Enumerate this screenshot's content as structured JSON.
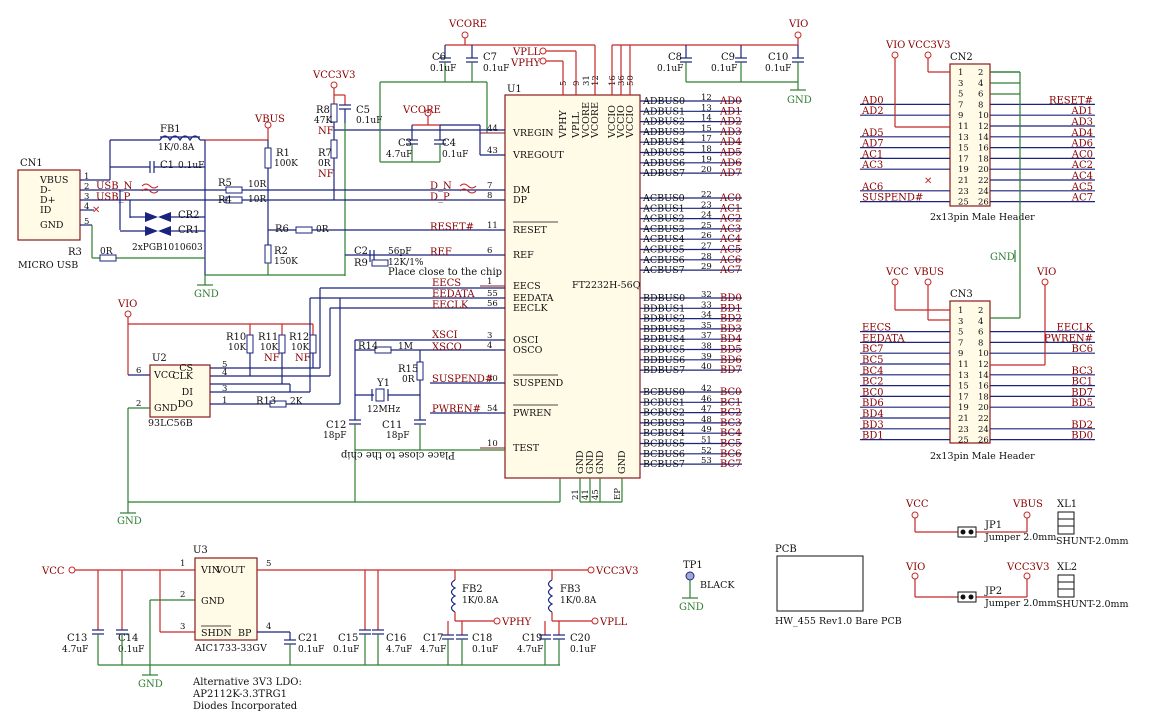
{
  "u1": {
    "ref": "U1",
    "part": "FT2232H-56Q",
    "left_pins": [
      {
        "num": "44",
        "name": "VREGIN"
      },
      {
        "num": "43",
        "name": "VREGOUT"
      },
      {
        "num": "7",
        "name": "DM"
      },
      {
        "num": "8",
        "name": "DP"
      },
      {
        "num": "11",
        "name": "RESET"
      },
      {
        "num": "6",
        "name": "REF"
      },
      {
        "num": "1",
        "name": "EECS"
      },
      {
        "num": "55",
        "name": "EEDATA"
      },
      {
        "num": "56",
        "name": "EECLK"
      },
      {
        "num": "3",
        "name": "OSCI"
      },
      {
        "num": "4",
        "name": "OSCO"
      },
      {
        "num": "30",
        "name": "SUSPEND"
      },
      {
        "num": "54",
        "name": "PWREN"
      },
      {
        "num": "10",
        "name": "TEST"
      }
    ],
    "top_pins": [
      {
        "num": "5",
        "name": "VPHY"
      },
      {
        "num": "9",
        "name": "VPLL"
      },
      {
        "num": "31",
        "name": "VCORE"
      },
      {
        "num": "12",
        "name": "VCORE"
      },
      {
        "num": "16",
        "name": "VCCIO"
      },
      {
        "num": "36",
        "name": "VCCIO"
      },
      {
        "num": "50",
        "name": "VCCIO"
      }
    ],
    "bottom_pins": [
      {
        "num": "21",
        "name": "GND"
      },
      {
        "num": "41",
        "name": "GND"
      },
      {
        "num": "45",
        "name": "GND"
      },
      {
        "num": "EP",
        "name": "GND"
      }
    ],
    "adbus": [
      {
        "num": "12",
        "name": "ADBUS0",
        "net": "AD0"
      },
      {
        "num": "13",
        "name": "ADBUS1",
        "net": "AD1"
      },
      {
        "num": "14",
        "name": "ADBUS2",
        "net": "AD2"
      },
      {
        "num": "15",
        "name": "ADBUS3",
        "net": "AD3"
      },
      {
        "num": "17",
        "name": "ADBUS4",
        "net": "AD4"
      },
      {
        "num": "18",
        "name": "ADBUS5",
        "net": "AD5"
      },
      {
        "num": "19",
        "name": "ADBUS6",
        "net": "AD6"
      },
      {
        "num": "20",
        "name": "ADBUS7",
        "net": "AD7"
      }
    ],
    "acbus": [
      {
        "num": "22",
        "name": "ACBUS0",
        "net": "AC0"
      },
      {
        "num": "23",
        "name": "ACBUS1",
        "net": "AC1"
      },
      {
        "num": "24",
        "name": "ACBUS2",
        "net": "AC2"
      },
      {
        "num": "25",
        "name": "ACBUS3",
        "net": "AC3"
      },
      {
        "num": "26",
        "name": "ACBUS4",
        "net": "AC4"
      },
      {
        "num": "27",
        "name": "ACBUS5",
        "net": "AC5"
      },
      {
        "num": "28",
        "name": "ACBUS6",
        "net": "AC6"
      },
      {
        "num": "29",
        "name": "ACBUS7",
        "net": "AC7"
      }
    ],
    "bdbus": [
      {
        "num": "32",
        "name": "BDBUS0",
        "net": "BD0"
      },
      {
        "num": "33",
        "name": "BDBUS1",
        "net": "BD1"
      },
      {
        "num": "34",
        "name": "BDBUS2",
        "net": "BD2"
      },
      {
        "num": "35",
        "name": "BDBUS3",
        "net": "BD3"
      },
      {
        "num": "37",
        "name": "BDBUS4",
        "net": "BD4"
      },
      {
        "num": "38",
        "name": "BDBUS5",
        "net": "BD5"
      },
      {
        "num": "39",
        "name": "BDBUS6",
        "net": "BD6"
      },
      {
        "num": "40",
        "name": "BDBUS7",
        "net": "BD7"
      }
    ],
    "bcbus": [
      {
        "num": "42",
        "name": "BCBUS0",
        "net": "BC0"
      },
      {
        "num": "46",
        "name": "BCBUS1",
        "net": "BC1"
      },
      {
        "num": "47",
        "name": "BCBUS2",
        "net": "BC2"
      },
      {
        "num": "48",
        "name": "BCBUS3",
        "net": "BC3"
      },
      {
        "num": "49",
        "name": "BCBUS4",
        "net": "BC4"
      },
      {
        "num": "51",
        "name": "BCBUS5",
        "net": "BC5"
      },
      {
        "num": "52",
        "name": "BCBUS6",
        "net": "BC6"
      },
      {
        "num": "53",
        "name": "BCBUS7",
        "net": "BC7"
      }
    ]
  },
  "cn1": {
    "ref": "CN1",
    "pins": [
      {
        "num": "1",
        "name": "VBUS"
      },
      {
        "num": "2",
        "name": "D-"
      },
      {
        "num": "3",
        "name": "D+"
      },
      {
        "num": "4",
        "name": "ID"
      },
      {
        "num": "5",
        "name": "GND"
      }
    ],
    "part": "MICRO USB"
  },
  "u2": {
    "ref": "U2",
    "part": "93LC56B",
    "left_pins": [
      {
        "num": "6",
        "name": "VCC"
      },
      {
        "num": "2",
        "name": "GND"
      }
    ],
    "right_pins": [
      {
        "num": "5",
        "name": "CS"
      },
      {
        "num": "4",
        "name": "CLK"
      },
      {
        "num": "3",
        "name": "DI"
      },
      {
        "num": "1",
        "name": "DO"
      }
    ]
  },
  "u3": {
    "ref": "U3",
    "part": "AIC1733-33GV",
    "pins": [
      {
        "num": "1",
        "name": "VIN"
      },
      {
        "num": "5",
        "name": "VOUT"
      },
      {
        "num": "2",
        "name": "GND"
      },
      {
        "num": "3",
        "name": "SHDN"
      },
      {
        "num": "4",
        "name": "BP"
      }
    ],
    "note": [
      "Alternative 3V3 LDO:",
      "AP2112K-3.3TRG1",
      "Diodes Incorporated"
    ]
  },
  "cn2": {
    "ref": "CN2",
    "part": "2x13pin Male Header",
    "left_nets": [
      "",
      "",
      "",
      "AD0",
      "AD2",
      "",
      "AD5",
      "AD7",
      "AC1",
      "AC3",
      "",
      "AC6",
      "SUSPEND#"
    ],
    "right_nets": [
      "",
      "",
      "",
      "RESET#",
      "AD1",
      "AD3",
      "AD4",
      "AD6",
      "AC0",
      "AC2",
      "AC4",
      "AC5",
      "AC7"
    ],
    "pin_nums": [
      [
        "1",
        "2"
      ],
      [
        "3",
        "4"
      ],
      [
        "5",
        "6"
      ],
      [
        "7",
        "8"
      ],
      [
        "9",
        "10"
      ],
      [
        "11",
        "12"
      ],
      [
        "13",
        "14"
      ],
      [
        "15",
        "16"
      ],
      [
        "17",
        "18"
      ],
      [
        "19",
        "20"
      ],
      [
        "21",
        "22"
      ],
      [
        "23",
        "24"
      ],
      [
        "25",
        "26"
      ]
    ]
  },
  "cn3": {
    "ref": "CN3",
    "part": "2x13pin Male Header",
    "left_nets": [
      "",
      "",
      "EECS",
      "EEDATA",
      "BC7",
      "BC5",
      "BC4",
      "BC2",
      "BC0",
      "BD6",
      "BD4",
      "BD3",
      "BD1"
    ],
    "right_nets": [
      "",
      "",
      "EECLK",
      "PWREN#",
      "BC6",
      "",
      "BC3",
      "BC1",
      "BD7",
      "BD5",
      "",
      "BD2",
      "BD0"
    ],
    "pin_nums": [
      [
        "1",
        "2"
      ],
      [
        "3",
        "4"
      ],
      [
        "5",
        "6"
      ],
      [
        "7",
        "8"
      ],
      [
        "9",
        "10"
      ],
      [
        "11",
        "12"
      ],
      [
        "13",
        "14"
      ],
      [
        "15",
        "16"
      ],
      [
        "17",
        "18"
      ],
      [
        "19",
        "20"
      ],
      [
        "21",
        "22"
      ],
      [
        "23",
        "24"
      ],
      [
        "25",
        "26"
      ]
    ]
  },
  "power": {
    "vcore": "VCORE",
    "vio": "VIO",
    "vcc3v3": "VCC3V3",
    "vbus": "VBUS",
    "vcc": "VCC",
    "vpll": "VPLL",
    "vphy": "VPHY",
    "gnd": "GND"
  },
  "parts": {
    "c6": [
      "C6",
      "0.1uF"
    ],
    "c7": [
      "C7",
      "0.1uF"
    ],
    "c8": [
      "C8",
      "0.1uF"
    ],
    "c9": [
      "C9",
      "0.1uF"
    ],
    "c10": [
      "C10",
      "0.1uF"
    ],
    "r8": [
      "R8",
      "47K"
    ],
    "c5": [
      "C5",
      "0.1uF"
    ],
    "r7": [
      "R7",
      "0R"
    ],
    "nf": "NF",
    "c3": [
      "C3",
      "4.7uF"
    ],
    "c4": [
      "C4",
      "0.1uF"
    ],
    "fb1": [
      "FB1",
      "1K/0.8A"
    ],
    "c1": [
      "C1",
      "0.1uF"
    ],
    "r1": [
      "R1",
      "100K"
    ],
    "r5": [
      "R5",
      "10R"
    ],
    "r4": [
      "R4",
      "10R"
    ],
    "cr2": "CR2",
    "cr1": "CR1",
    "cr_part": "2xPGB1010603",
    "r3": [
      "R3",
      "0R"
    ],
    "r6": [
      "R6",
      "0R"
    ],
    "r2": [
      "R2",
      "150K"
    ],
    "c2": [
      "C2",
      "56pF"
    ],
    "r9": [
      "R9",
      "12K/1%"
    ],
    "r10": [
      "R10",
      "10K"
    ],
    "r11": [
      "R11",
      "10K"
    ],
    "r12": [
      "R12",
      "10K"
    ],
    "r13": [
      "R13",
      "2K"
    ],
    "r14": [
      "R14",
      "1M"
    ],
    "r15": [
      "R15",
      "0R"
    ],
    "y1": [
      "Y1",
      "12MHz"
    ],
    "c12": [
      "C12",
      "18pF"
    ],
    "c11": [
      "C11",
      "18pF"
    ],
    "c13": [
      "C13",
      "4.7uF"
    ],
    "c14": [
      "C14",
      "0.1uF"
    ],
    "c21": [
      "C21",
      "0.1uF"
    ],
    "c15": [
      "C15",
      "0.1uF"
    ],
    "c16": [
      "C16",
      "4.7uF"
    ],
    "c17": [
      "C17",
      "4.7uF"
    ],
    "c18": [
      "C18",
      "0.1uF"
    ],
    "c19": [
      "C19",
      "4.7uF"
    ],
    "c20": [
      "C20",
      "0.1uF"
    ],
    "fb2": [
      "FB2",
      "1K/0.8A"
    ],
    "fb3": [
      "FB3",
      "1K/0.8A"
    ]
  },
  "nets": {
    "usb_n": "USB_N",
    "usb_p": "USB_P",
    "d_n": "D_N",
    "d_p": "D_P",
    "reset": "RESET#",
    "ref": "REF",
    "eecs": "EECS",
    "eedata": "EEDATA",
    "eeclk": "EECLK",
    "xsci": "XSCI",
    "xsco": "XSCO",
    "suspend": "SUSPEND#",
    "pwren": "PWREN#"
  },
  "notes": {
    "place_close": "Place close to the chip",
    "place_close_flipped": "Place close to the chip"
  },
  "tp1": {
    "ref": "TP1",
    "label": "BLACK"
  },
  "jp1": {
    "ref": "JP1",
    "desc": "Jumper 2.0mm",
    "left": "VCC",
    "right": "VBUS"
  },
  "jp2": {
    "ref": "JP2",
    "desc": "Jumper 2.0mm",
    "left": "VIO",
    "right": "VCC3V3"
  },
  "xl1": {
    "ref": "XL1",
    "desc": "SHUNT-2.0mm"
  },
  "xl2": {
    "ref": "XL2",
    "desc": "SHUNT-2.0mm"
  },
  "pcb": {
    "ref": "PCB",
    "desc": "HW_455 Rev1.0 Bare PCB"
  },
  "colors": {
    "wire": "#1a237e",
    "power_wire": "#c62828",
    "ground_wire": "#2e7d32",
    "net_label": "#8b0000",
    "ic_fill": "#fffbe6"
  }
}
